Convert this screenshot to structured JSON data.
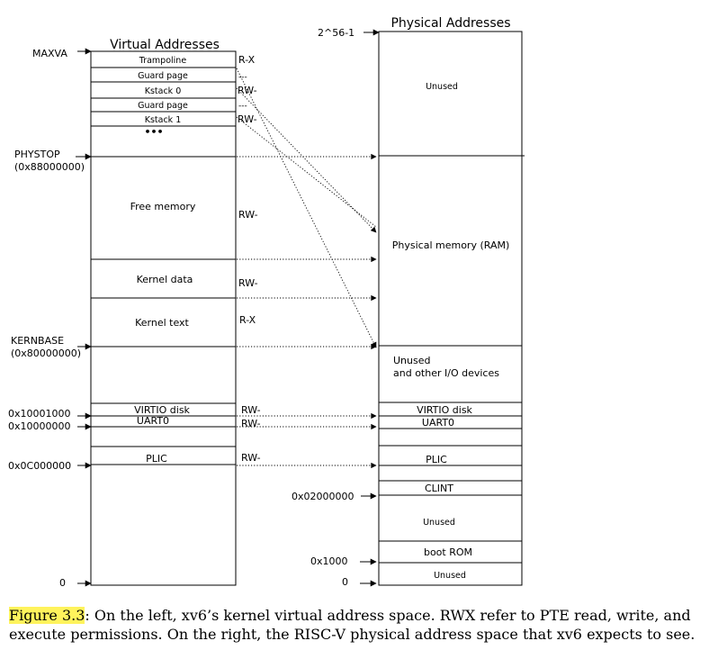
{
  "virtual": {
    "title": "Virtual Addresses",
    "regions": [
      {
        "id": "trampoline",
        "label": "Trampoline",
        "perm": "R-X"
      },
      {
        "id": "guard-page-1",
        "label": "Guard page",
        "perm": "---"
      },
      {
        "id": "kstack-0",
        "label": "Kstack 0",
        "perm": "RW-"
      },
      {
        "id": "guard-page-2",
        "label": "Guard page",
        "perm": "---"
      },
      {
        "id": "kstack-1",
        "label": "Kstack 1",
        "perm": "RW-"
      },
      {
        "id": "ellipsis",
        "label": "•••",
        "perm": ""
      },
      {
        "id": "free-memory",
        "label": "Free memory",
        "perm": "RW-"
      },
      {
        "id": "kernel-data",
        "label": "Kernel data",
        "perm": "RW-"
      },
      {
        "id": "kernel-text",
        "label": "Kernel text",
        "perm": "R-X"
      },
      {
        "id": "virtio-disk",
        "label": "VIRTIO disk",
        "perm": "RW-"
      },
      {
        "id": "uart0",
        "label": "UART0",
        "perm": "RW-"
      },
      {
        "id": "plic",
        "label": "PLIC",
        "perm": "RW-"
      }
    ],
    "address_labels": [
      {
        "id": "maxva",
        "lines": [
          "MAXVA"
        ]
      },
      {
        "id": "phystop",
        "lines": [
          "PHYSTOP",
          "(0x88000000)"
        ]
      },
      {
        "id": "kernbase",
        "lines": [
          "KERNBASE",
          "(0x80000000)"
        ]
      },
      {
        "id": "virtio",
        "lines": [
          "0x10001000"
        ]
      },
      {
        "id": "uart",
        "lines": [
          "0x10000000"
        ]
      },
      {
        "id": "plic",
        "lines": [
          "0x0C000000"
        ]
      },
      {
        "id": "zero",
        "lines": [
          "0"
        ]
      }
    ]
  },
  "physical": {
    "title": "Physical Addresses",
    "regions": [
      {
        "id": "unused-top",
        "label": "Unused"
      },
      {
        "id": "ram",
        "label": "Physical memory (RAM)"
      },
      {
        "id": "unused-io",
        "lines": [
          "Unused",
          "and other I/O devices"
        ]
      },
      {
        "id": "virtio-disk",
        "label": "VIRTIO disk"
      },
      {
        "id": "uart0",
        "label": "UART0"
      },
      {
        "id": "plic",
        "label": "PLIC"
      },
      {
        "id": "clint",
        "label": "CLINT"
      },
      {
        "id": "unused-mid",
        "label": "Unused"
      },
      {
        "id": "boot-rom",
        "label": "boot ROM"
      },
      {
        "id": "unused-bottom",
        "label": "Unused"
      }
    ],
    "address_labels": [
      {
        "id": "top",
        "lines": [
          "2^56-1"
        ]
      },
      {
        "id": "clint-base",
        "lines": [
          "0x02000000"
        ]
      },
      {
        "id": "rom-base",
        "lines": [
          "0x1000"
        ]
      },
      {
        "id": "zero",
        "lines": [
          "0"
        ]
      }
    ]
  },
  "caption": {
    "ref": "Figure 3.3",
    "text": ": On the left, xv6’s kernel virtual address space. RWX refer to PTE read, write, and execute permissions. On the right, the RISC-V physical address space that xv6 expects to see."
  }
}
